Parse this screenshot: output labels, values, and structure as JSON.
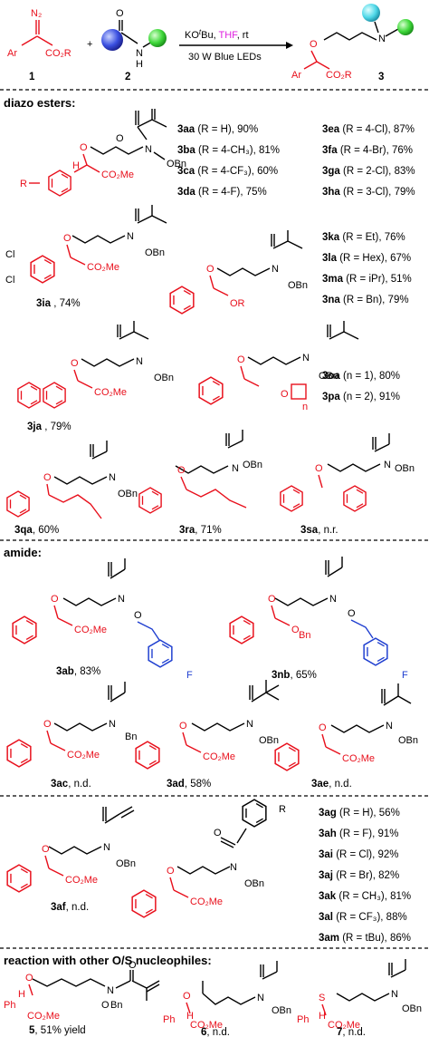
{
  "scheme": {
    "reagent1_label": "1",
    "reagent2_label": "2",
    "product_label": "3",
    "conditions_line1_prefix": "KO",
    "conditions_line1_t": "t",
    "conditions_line1_bu": "Bu, ",
    "conditions_line1_thf": "THF",
    "conditions_line1_rt": ", rt",
    "conditions_line2": "30 W Blue LEDs",
    "n2": "N₂",
    "ar": "Ar",
    "co2r": "CO₂R",
    "plus": "+",
    "o": "O",
    "h": "H",
    "n": "N"
  },
  "sections": {
    "diazo": "diazo esters:",
    "amide": "amide:",
    "other": "reaction with other O/S nucleophiles:"
  },
  "diazo_list_left": [
    {
      "id": "3aa",
      "text": " (R = H), 90%"
    },
    {
      "id": "3ba",
      "text": " (R = 4-CH₃), 81%"
    },
    {
      "id": "3ca",
      "text": " (R = 4-CF₃), 60%"
    },
    {
      "id": "3da",
      "text": " (R = 4-F), 75%"
    }
  ],
  "diazo_list_right": [
    {
      "id": "3ea",
      "text": " (R = 4-Cl), 87%"
    },
    {
      "id": "3fa",
      "text": " (R = 4-Br), 76%"
    },
    {
      "id": "3ga",
      "text": " (R = 2-Cl), 83%"
    },
    {
      "id": "3ha",
      "text": " (R = 3-Cl), 79%"
    }
  ],
  "ester_list": [
    {
      "id": "3ka",
      "text": " (R = Et), 76%"
    },
    {
      "id": "3la",
      "text": " (R = Hex), 67%"
    },
    {
      "id": "3ma",
      "text": " (R = iPr), 51%"
    },
    {
      "id": "3na",
      "text": " (R = Bn), 79%"
    }
  ],
  "cyclo_list": [
    {
      "id": "3oa",
      "text": " (n = 1), 80%"
    },
    {
      "id": "3pa",
      "text": " (n = 2), 91%"
    }
  ],
  "singles": {
    "3ia": {
      "id": "3ia",
      "text": " , 74%"
    },
    "3ja": {
      "id": "3ja",
      "text": " , 79%"
    },
    "3qa": {
      "id": "3qa",
      "text": ", 60%"
    },
    "3ra": {
      "id": "3ra",
      "text": ", 71%"
    },
    "3sa": {
      "id": "3sa",
      "text": ", n.r."
    },
    "3ab": {
      "id": "3ab",
      "text": ", 83%"
    },
    "3nb": {
      "id": "3nb",
      "text": ", 65%"
    },
    "3ac": {
      "id": "3ac",
      "text": ", n.d."
    },
    "3ad": {
      "id": "3ad",
      "text": ", 58%"
    },
    "3ae": {
      "id": "3ae",
      "text": ", n.d."
    },
    "3af": {
      "id": "3af",
      "text": ", n.d."
    },
    "5": {
      "id": "5",
      "text": ", 51% yield"
    },
    "6": {
      "id": "6",
      "text": ", n.d."
    },
    "7": {
      "id": "7",
      "text": ", n.d."
    }
  },
  "aryl_amide_list": [
    {
      "id": "3ag",
      "text": " (R = H), 56%"
    },
    {
      "id": "3ah",
      "text": " (R = F), 91%"
    },
    {
      "id": "3ai",
      "text": " (R = Cl), 92%"
    },
    {
      "id": "3aj",
      "text": " (R = Br), 82%"
    },
    {
      "id": "3ak",
      "text": " (R = CH₃), 81%"
    },
    {
      "id": "3al",
      "text": " (R = CF₃), 88%"
    },
    {
      "id": "3am",
      "text": " (R = tBu), 86%"
    }
  ],
  "atoms": {
    "co2me": "CO₂Me",
    "obn": "OBn",
    "bn": "Bn",
    "cl": "Cl",
    "f": "F",
    "r": "R",
    "ph": "Ph",
    "s": "S",
    "or": "OR",
    "n_sub": "n"
  },
  "colors": {
    "red": "#e8101c",
    "blue": "#1f3fd0",
    "magenta": "#e020e0",
    "black": "#000000"
  }
}
